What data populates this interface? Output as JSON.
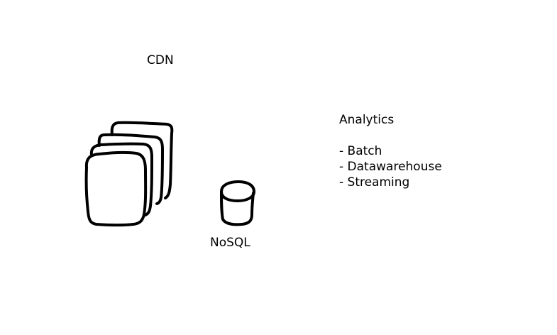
{
  "cdn": {
    "label": "CDN"
  },
  "nosql": {
    "label": "NoSQL"
  },
  "analytics": {
    "title": "Analytics",
    "items": [
      "- Batch",
      "- Datawarehouse",
      "- Streaming"
    ]
  }
}
